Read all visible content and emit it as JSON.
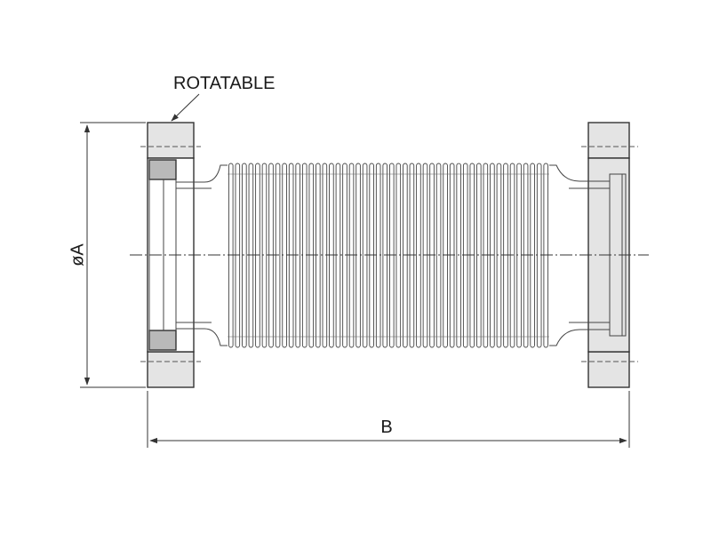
{
  "labels": {
    "rotatable": "ROTATABLE",
    "diameter": "øA",
    "length": "B"
  },
  "colors": {
    "line": "#333333",
    "flange_fill": "#e4e4e4",
    "flange_dark": "#b9b9b9",
    "background": "#ffffff"
  },
  "bellows": {
    "convolution_count": 48
  }
}
